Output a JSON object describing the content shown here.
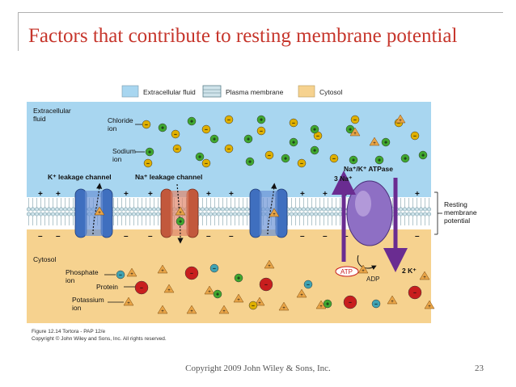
{
  "slide": {
    "title": "Factors that contribute to resting membrane potential",
    "footer_copyright": "Copyright 2009 John Wiley & Sons, Inc.",
    "page_number": "23"
  },
  "figure": {
    "legend": {
      "extracellular": "Extracellular fluid",
      "membrane": "Plasma membrane",
      "cytosol": "Cytosol"
    },
    "labels": {
      "extracellular_line1": "Extracellular",
      "extracellular_line2": "fluid",
      "chloride_line1": "Chloride",
      "chloride_line2": "ion",
      "sodium_line1": "Sodium",
      "sodium_line2": "ion",
      "k_channel": "K⁺ leakage channel",
      "na_channel": "Na⁺ leakage channel",
      "pump": "Na⁺/K⁺ ATPase",
      "three_na": "3 Na⁺",
      "two_k": "2 K⁺",
      "atp": "ATP",
      "adp": "ADP",
      "resting_line1": "Resting",
      "resting_line2": "membrane",
      "resting_line3": "potential",
      "cytosol": "Cytosol",
      "phosphate_line1": "Phosphate",
      "phosphate_line2": "ion",
      "protein": "Protein",
      "potassium_line1": "Potassium",
      "potassium_line2": "ion",
      "caption_line1": "Figure 12.14  Tortora - PAP 12/e",
      "caption_line2": "Copyright © John Wiley and Sons, Inc. All rights reserved."
    },
    "colors": {
      "extracellular": "#a8d6f0",
      "cytosol": "#f6d28f",
      "k_channel": "#3f6fbf",
      "na_channel": "#c2583c",
      "pump": "#8e6fc4",
      "arrow": "#6a2c91",
      "chloride": "#e0b000",
      "sodium": "#3fa72f",
      "phosphate": "#40a3b3",
      "protein": "#c81e1e",
      "potassium": "#e8a447"
    }
  }
}
